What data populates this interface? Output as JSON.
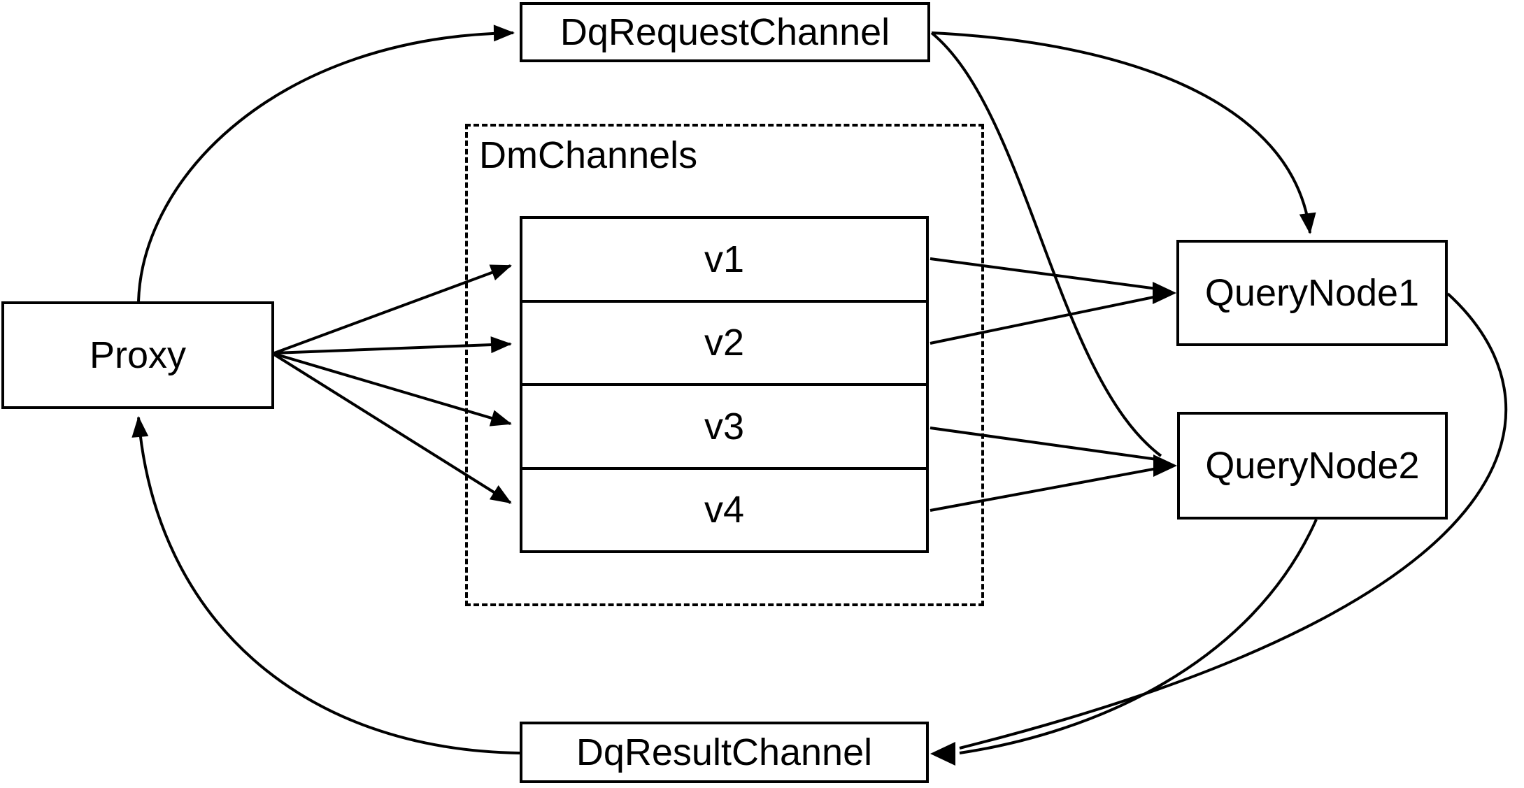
{
  "diagram": {
    "background": "#ffffff",
    "stroke_color": "#000000",
    "nodes": {
      "dq_request_channel": {
        "label": "DqRequestChannel"
      },
      "proxy": {
        "label": "Proxy"
      },
      "query_node1": {
        "label": "QueryNode1"
      },
      "query_node2": {
        "label": "QueryNode2"
      },
      "dq_result_channel": {
        "label": "DqResultChannel"
      }
    },
    "dm_channels": {
      "title": "DmChannels",
      "channels": [
        "v1",
        "v2",
        "v3",
        "v4"
      ]
    },
    "edges": [
      {
        "from": "proxy",
        "to": "dq_request_channel"
      },
      {
        "from": "dq_request_channel",
        "to": "query_node1"
      },
      {
        "from": "dq_request_channel",
        "to": "query_node2"
      },
      {
        "from": "proxy",
        "to": "v1"
      },
      {
        "from": "proxy",
        "to": "v2"
      },
      {
        "from": "proxy",
        "to": "v3"
      },
      {
        "from": "proxy",
        "to": "v4"
      },
      {
        "from": "v1",
        "to": "query_node1"
      },
      {
        "from": "v2",
        "to": "query_node1"
      },
      {
        "from": "v3",
        "to": "query_node2"
      },
      {
        "from": "v4",
        "to": "query_node2"
      },
      {
        "from": "query_node1",
        "to": "dq_result_channel"
      },
      {
        "from": "query_node2",
        "to": "dq_result_channel"
      },
      {
        "from": "dq_result_channel",
        "to": "proxy"
      }
    ]
  }
}
